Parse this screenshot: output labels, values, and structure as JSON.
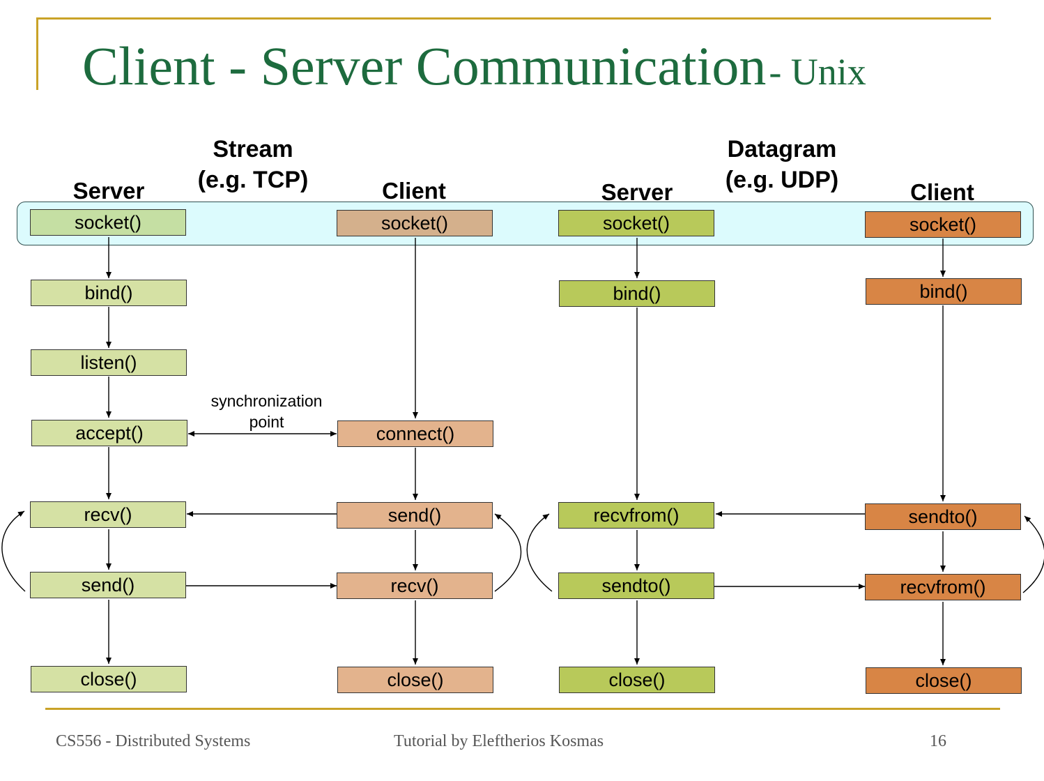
{
  "slide": {
    "title": "Client - Server Communication",
    "title_suffix": "- Unix",
    "stream_header": [
      "Stream",
      "(e.g. TCP)"
    ],
    "datagram_header": [
      "Datagram",
      "(e.g. UDP)"
    ],
    "lanes": {
      "stream_server": "Server",
      "stream_client": "Client",
      "dgram_server": "Server",
      "dgram_client": "Client"
    },
    "sync_label": [
      "synchronization",
      "point"
    ],
    "colors": {
      "stream_server": "#d5e1a4",
      "stream_server_socket": "#c5dfa3",
      "stream_client": "#e3b38d",
      "stream_client_socket": "#d4b08c",
      "dgram_server": "#b8c95a",
      "dgram_client": "#d88545",
      "title": "#1d6b3e",
      "rule": "#c9a227",
      "band": "#dcfbfd"
    }
  },
  "stream_server_calls": [
    "socket()",
    "bind()",
    "listen()",
    "accept()",
    "recv()",
    "send()",
    "close()"
  ],
  "stream_client_calls": [
    "socket()",
    "connect()",
    "send()",
    "recv()",
    "close()"
  ],
  "dgram_server_calls": [
    "socket()",
    "bind()",
    "recvfrom()",
    "sendto()",
    "close()"
  ],
  "dgram_client_calls": [
    "socket()",
    "bind()",
    "sendto()",
    "recvfrom()",
    "close()"
  ],
  "footer": {
    "left": "CS556 - Distributed Systems",
    "center": "Tutorial by Eleftherios Kosmas",
    "page": "16"
  }
}
